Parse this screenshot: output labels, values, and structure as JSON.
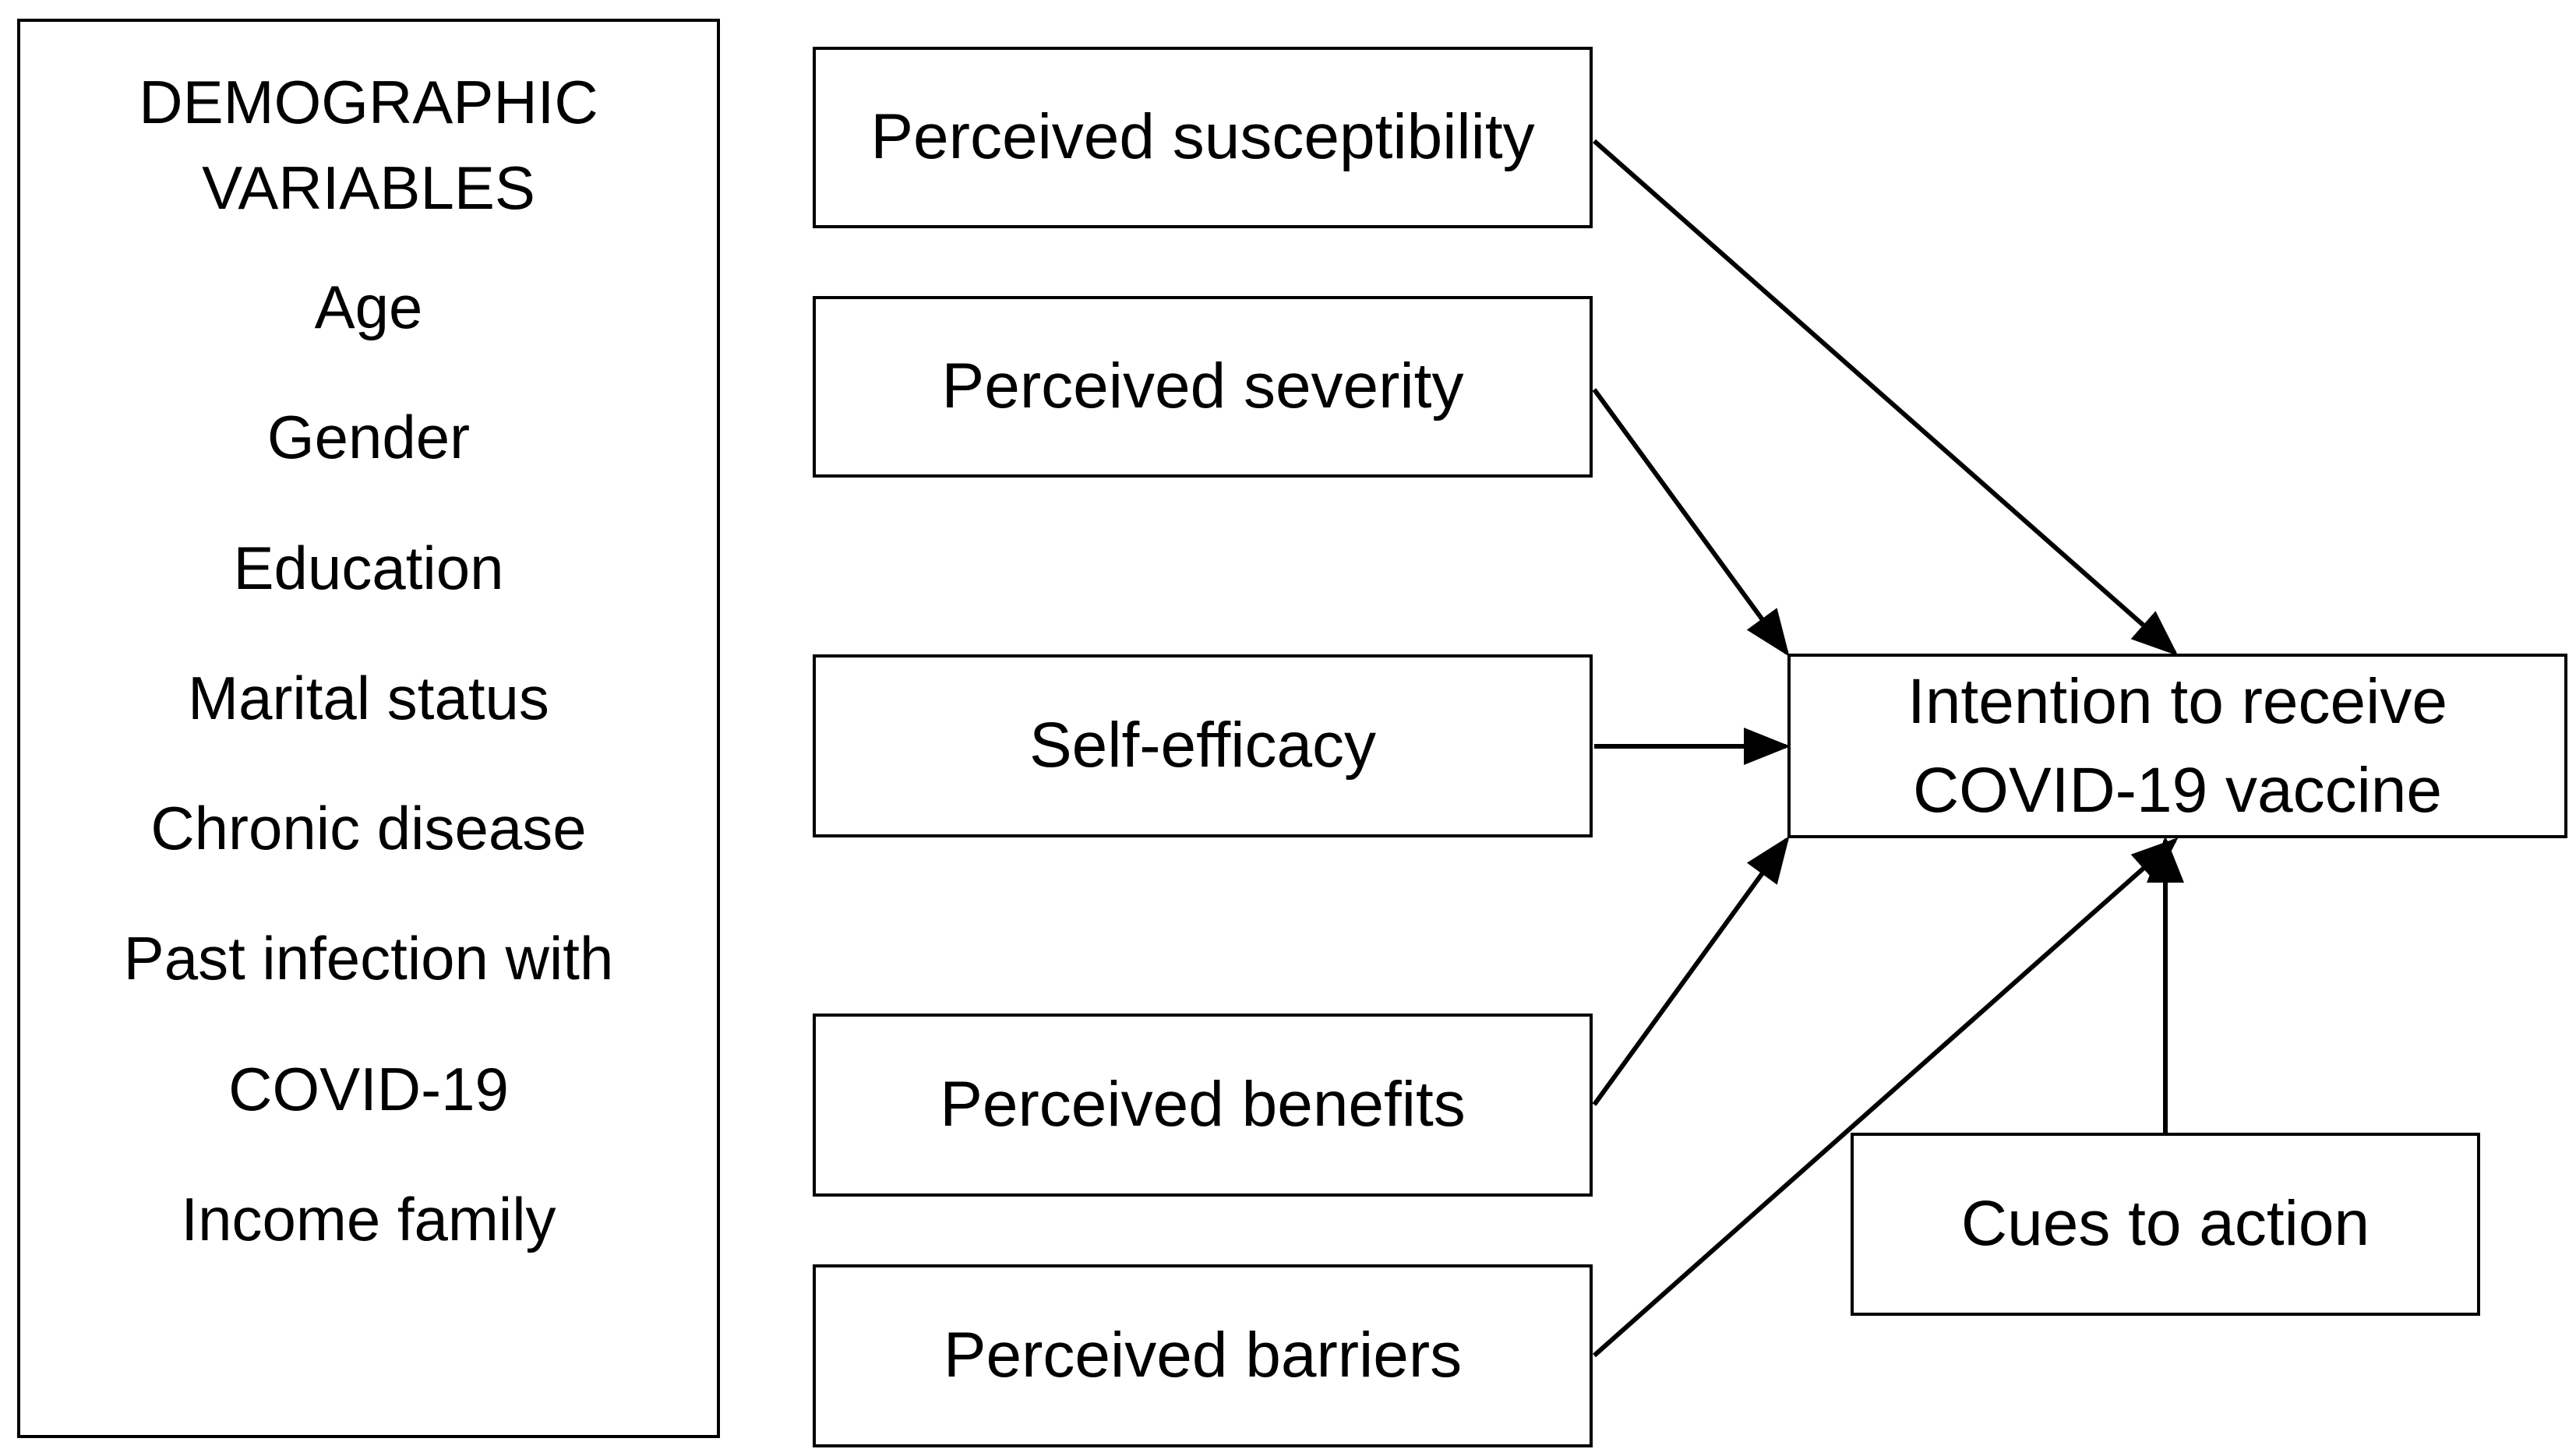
{
  "demographics": {
    "title_line1": "DEMOGRAPHIC",
    "title_line2": "VARIABLES",
    "items": [
      "Age",
      "Gender",
      "Education",
      "Marital status",
      "Chronic disease",
      "Past infection with",
      "COVID-19",
      "Income family"
    ]
  },
  "constructs": {
    "susceptibility": "Perceived susceptibility",
    "severity": "Perceived severity",
    "self_efficacy": "Self-efficacy",
    "benefits": "Perceived benefits",
    "barriers": "Perceived barriers",
    "cues": "Cues to action"
  },
  "outcome": {
    "line1": "Intention to receive",
    "line2": "COVID-19 vaccine"
  },
  "colors": {
    "stroke": "#000000",
    "background": "#ffffff"
  }
}
